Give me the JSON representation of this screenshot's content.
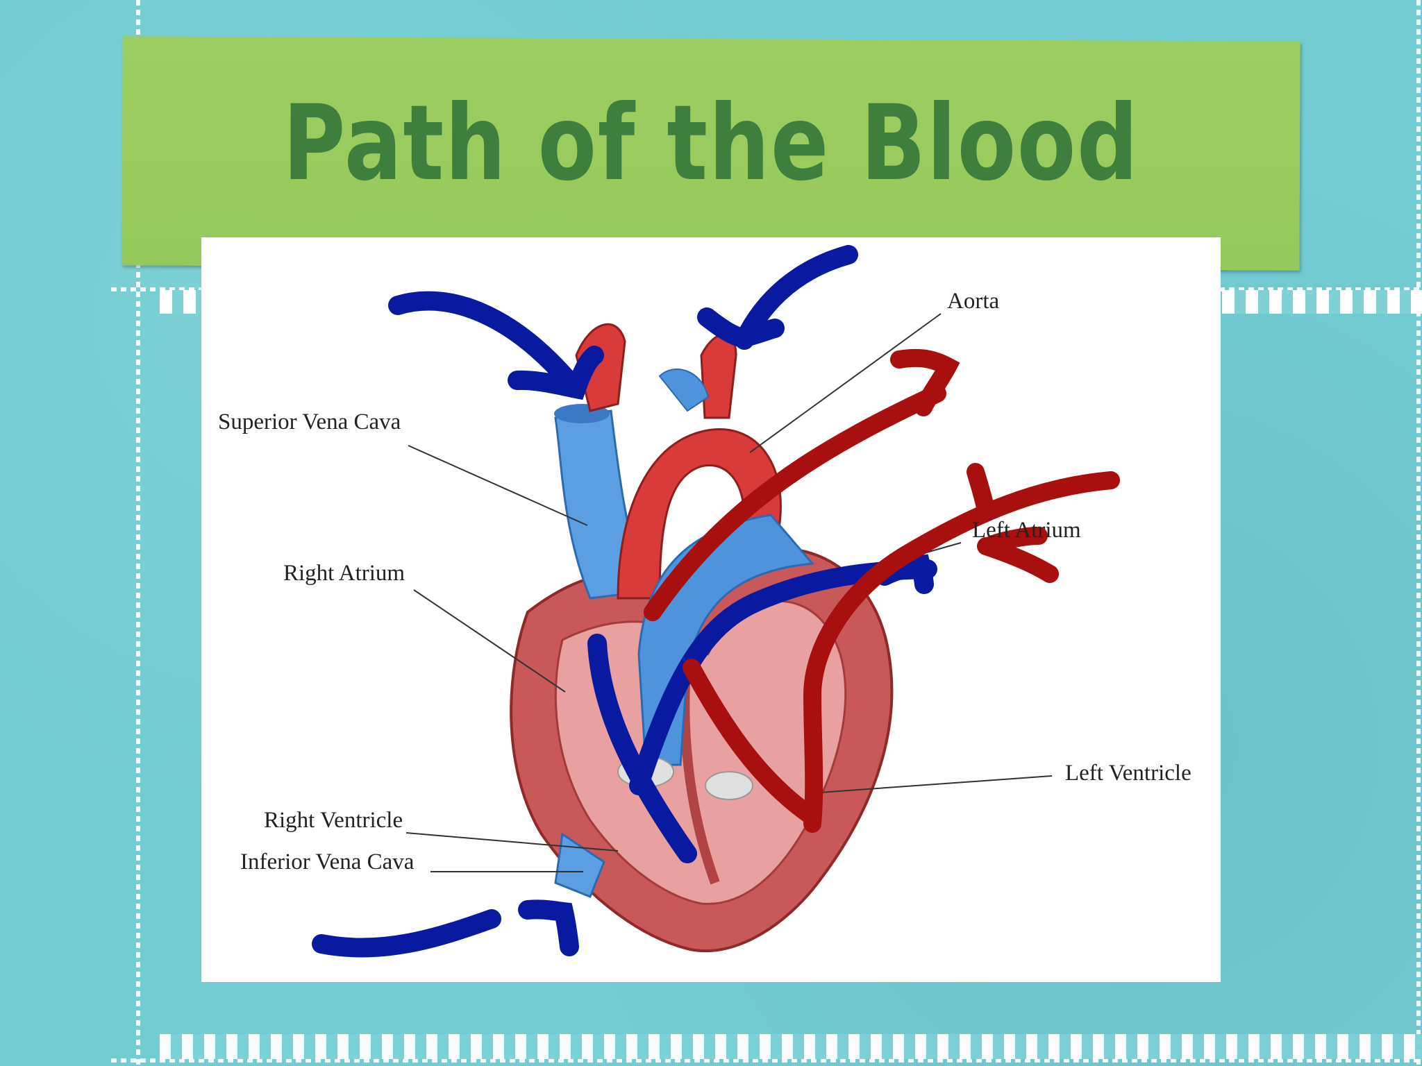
{
  "slide": {
    "title": "Path of the Blood"
  },
  "diagram": {
    "labels": {
      "aorta": "Aorta",
      "superior_vena_cava": "Superior Vena Cava",
      "left_atrium": "Left Atrium",
      "right_atrium": "Right Atrium",
      "left_ventricle": "Left Ventricle",
      "right_ventricle": "Right Ventricle",
      "inferior_vena_cava": "Inferior Vena Cava"
    },
    "colors": {
      "deoxygenated": "#0a1aa0",
      "oxygenated": "#a80f0f",
      "vein_blue": "#5a9ee0",
      "artery_red": "#d23a3a",
      "muscle": "#c85a5a"
    }
  }
}
